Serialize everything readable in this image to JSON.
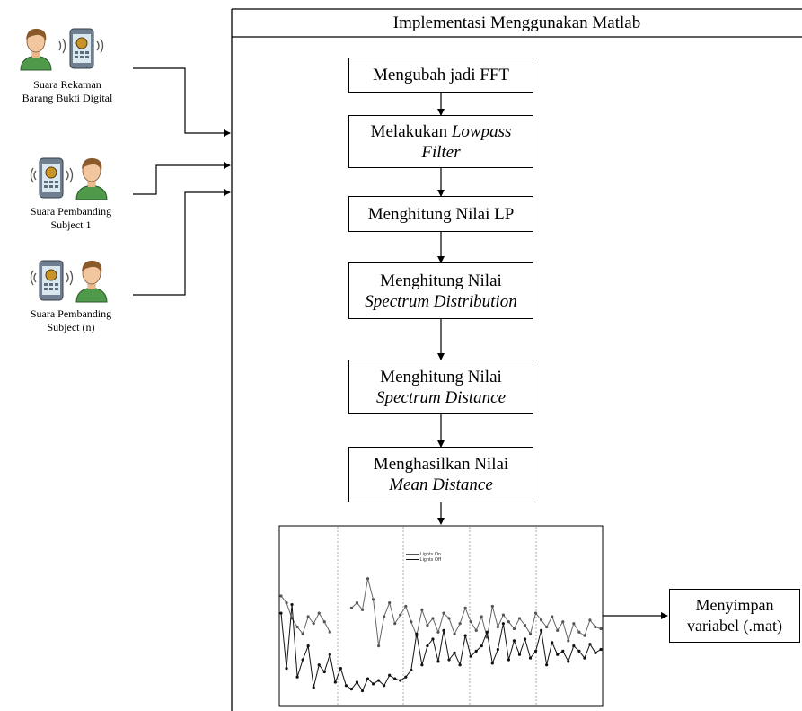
{
  "frame": {
    "title": "Implementasi Menggunakan Matlab"
  },
  "sources": [
    {
      "label_line1": "Suara Rekaman",
      "label_line2": "Barang Bukti Digital",
      "icon": "person-with-phone-icon"
    },
    {
      "label_line1": "Suara Pembanding",
      "label_line2": "Subject 1",
      "icon": "phone-with-person-icon"
    },
    {
      "label_line1": "Suara Pembanding",
      "label_line2": "Subject (n)",
      "icon": "phone-with-person-icon"
    }
  ],
  "steps": [
    {
      "line1": "Mengubah jadi FFT",
      "line2": ""
    },
    {
      "line1": "Melakukan ",
      "line1_italic": "Lowpass",
      "line2": "Filter"
    },
    {
      "line1": "Menghitung Nilai LP",
      "line2": ""
    },
    {
      "line1": "Menghitung Nilai",
      "line2": "Spectrum Distribution"
    },
    {
      "line1": "Menghitung Nilai",
      "line2": "Spectrum Distance"
    },
    {
      "line1": "Menghasilkan Nilai",
      "line2": "Mean Distance"
    }
  ],
  "output": {
    "line1": "Menyimpan",
    "line2": "variabel (.mat)"
  },
  "chart_data": {
    "type": "line",
    "legend_position": "top",
    "series": [
      {
        "name": "Lights On",
        "values": [
          0.62,
          0.58,
          0.49,
          0.44,
          0.4,
          0.5,
          0.46,
          0.52,
          0.47,
          0.41,
          null,
          null,
          null,
          0.55,
          0.58,
          0.54,
          0.72,
          0.6,
          0.33,
          0.5,
          0.58,
          0.46,
          0.51,
          0.56,
          0.47,
          0.39,
          0.54,
          0.45,
          0.49,
          0.41,
          0.52,
          0.49,
          0.4,
          0.46,
          0.55,
          0.47,
          0.42,
          0.5,
          0.38,
          0.56,
          0.44,
          0.51,
          0.47,
          0.43,
          0.49,
          0.45,
          0.4,
          0.52,
          0.48,
          0.44,
          0.5,
          0.42,
          0.47,
          0.36,
          0.46,
          0.41,
          0.39,
          0.48,
          0.44,
          0.43
        ]
      },
      {
        "name": "Lights Off",
        "values": [
          0.52,
          0.2,
          0.57,
          0.15,
          0.25,
          0.33,
          0.09,
          0.22,
          0.18,
          0.28,
          0.12,
          0.2,
          0.1,
          0.08,
          0.12,
          0.07,
          0.14,
          0.11,
          0.13,
          0.1,
          0.16,
          0.14,
          0.13,
          0.15,
          0.19,
          0.4,
          0.22,
          0.33,
          0.37,
          0.24,
          0.42,
          0.25,
          0.29,
          0.22,
          0.39,
          0.27,
          0.3,
          0.33,
          0.41,
          0.23,
          0.31,
          0.46,
          0.25,
          0.36,
          0.28,
          0.37,
          0.26,
          0.3,
          0.42,
          0.22,
          0.35,
          0.28,
          0.3,
          0.24,
          0.33,
          0.3,
          0.26,
          0.34,
          0.29,
          0.31
        ]
      }
    ]
  }
}
